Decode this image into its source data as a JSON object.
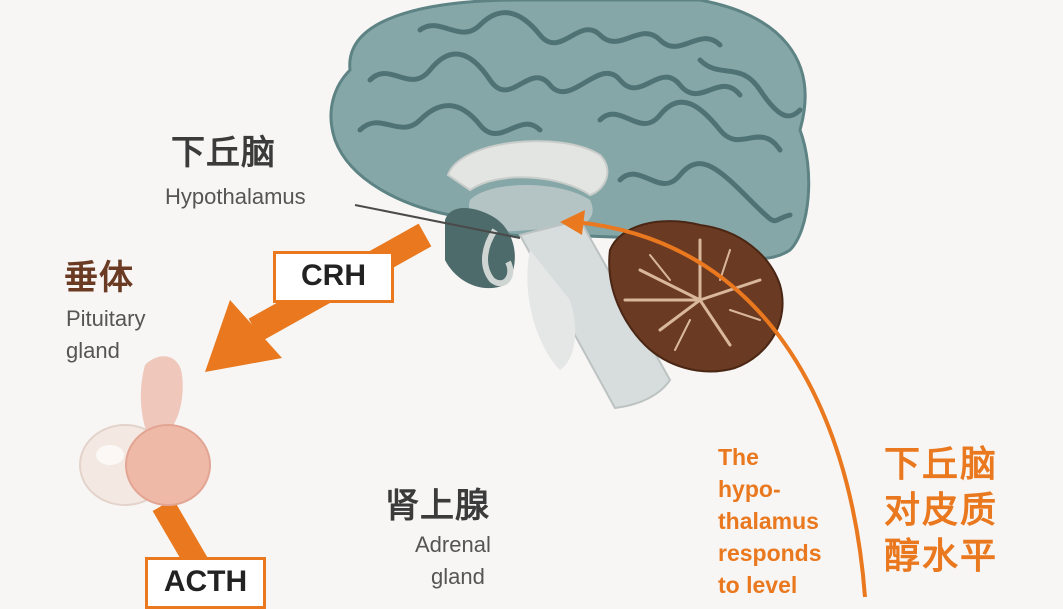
{
  "hypothalamus": {
    "label_zh": "下丘脑",
    "label_en": "Hypothalamus"
  },
  "pituitary": {
    "label_zh": "垂体",
    "label_en_line1": "Pituitary",
    "label_en_line2": "gland"
  },
  "adrenal": {
    "label_zh": "肾上腺",
    "label_en_line1": "Adrenal",
    "label_en_line2": "gland"
  },
  "hormones": {
    "crh": "CRH",
    "acth": "ACTH"
  },
  "feedback_note": {
    "lines": [
      "The",
      "hypo-",
      "thalamus",
      "responds",
      "to level"
    ],
    "zh_lines": [
      "下丘脑",
      "对皮质",
      "醇水平"
    ]
  },
  "colors": {
    "accent": "#e9781e",
    "brain": "#86a7a8",
    "cerebellum": "#6b3a22",
    "text": "#3b3b3b"
  }
}
